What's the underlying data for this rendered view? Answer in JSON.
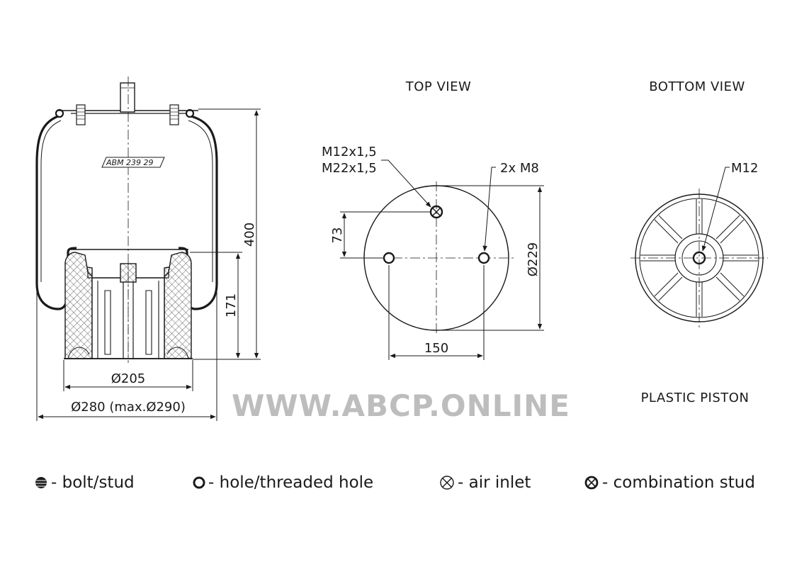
{
  "part_number": "ABM 239 29",
  "views": {
    "top_view_title": "TOP VIEW",
    "bottom_view_title": "BOTTOM VIEW",
    "piston_label": "PLASTIC PISTON"
  },
  "dimensions": {
    "height_total": "400",
    "height_piston": "171",
    "dia_piston": "Ø205",
    "dia_bellow": "Ø280 (max.Ø290)",
    "top_dia": "Ø229",
    "top_offset": "73",
    "top_spacing": "150",
    "thread_1": "M12x1,5",
    "thread_2": "M22x1,5",
    "bolts": "2x M8",
    "bottom_thread": "M12"
  },
  "watermark": "WWW.ABCP.ONLINE",
  "legend": [
    {
      "icon": "bolt-stud-icon",
      "label": "- bolt/stud"
    },
    {
      "icon": "hole-icon",
      "label": "- hole/threaded hole"
    },
    {
      "icon": "air-inlet-icon",
      "label": "- air inlet"
    },
    {
      "icon": "combination-stud-icon",
      "label": "- combination stud"
    }
  ],
  "colors": {
    "line": "#1a1a1a",
    "hatch": "#6a6a6a",
    "watermark": "#bdbdbd"
  }
}
